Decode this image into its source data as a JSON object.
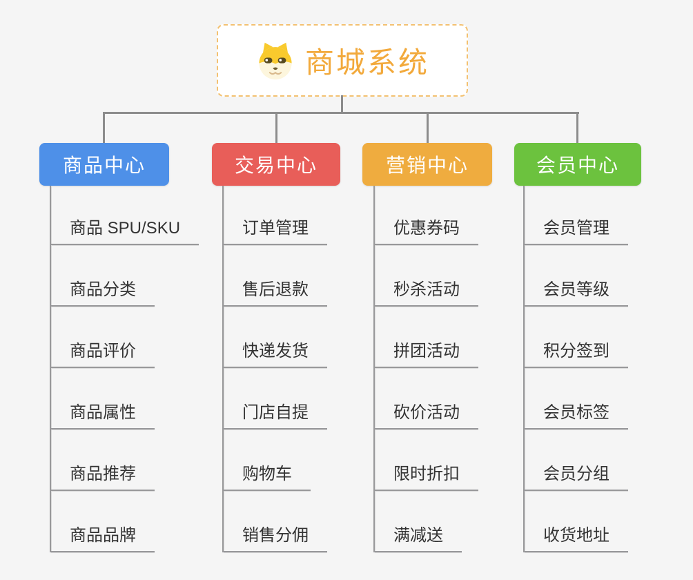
{
  "root": {
    "title": "商城系统",
    "icon": "dog-face-icon"
  },
  "branches": [
    {
      "label": "商品中心",
      "color": "#4e90e8",
      "items": [
        "商品 SPU/SKU",
        "商品分类",
        "商品评价",
        "商品属性",
        "商品推荐",
        "商品品牌"
      ]
    },
    {
      "label": "交易中心",
      "color": "#e85e59",
      "items": [
        "订单管理",
        "售后退款",
        "快递发货",
        "门店自提",
        "购物车",
        "销售分佣"
      ]
    },
    {
      "label": "营销中心",
      "color": "#efac3f",
      "items": [
        "优惠券码",
        "秒杀活动",
        "拼团活动",
        "砍价活动",
        "限时折扣",
        "满减送"
      ]
    },
    {
      "label": "会员中心",
      "color": "#6cc23e",
      "items": [
        "会员管理",
        "会员等级",
        "积分签到",
        "会员标签",
        "会员分组",
        "收货地址"
      ]
    }
  ],
  "colors": {
    "background": "#f5f5f5",
    "connector": "#8c8c8c",
    "item_underline": "#98989a",
    "item_text": "#333333",
    "root_text": "#f2a93b",
    "root_border": "#f3c171"
  }
}
